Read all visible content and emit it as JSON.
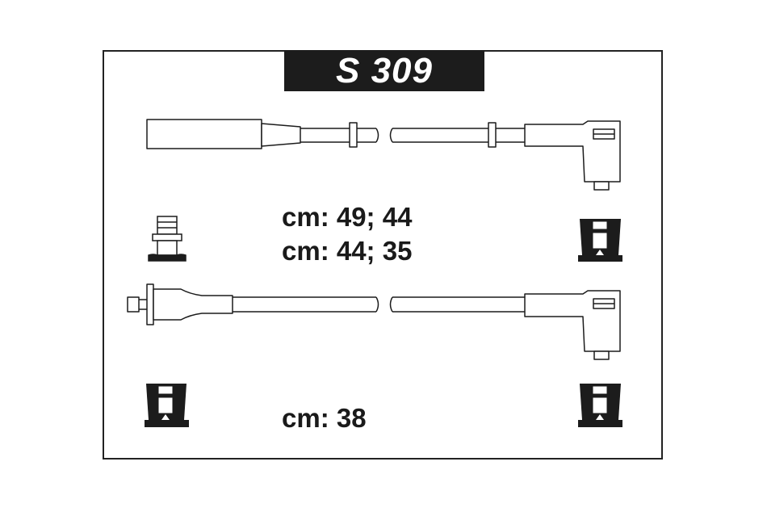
{
  "title": "S 309",
  "lengths": [
    "cm: 49; 44",
    "cm: 44; 35",
    "cm: 38"
  ],
  "colors": {
    "ink": "#1c1c1c",
    "background": "#ffffff"
  }
}
